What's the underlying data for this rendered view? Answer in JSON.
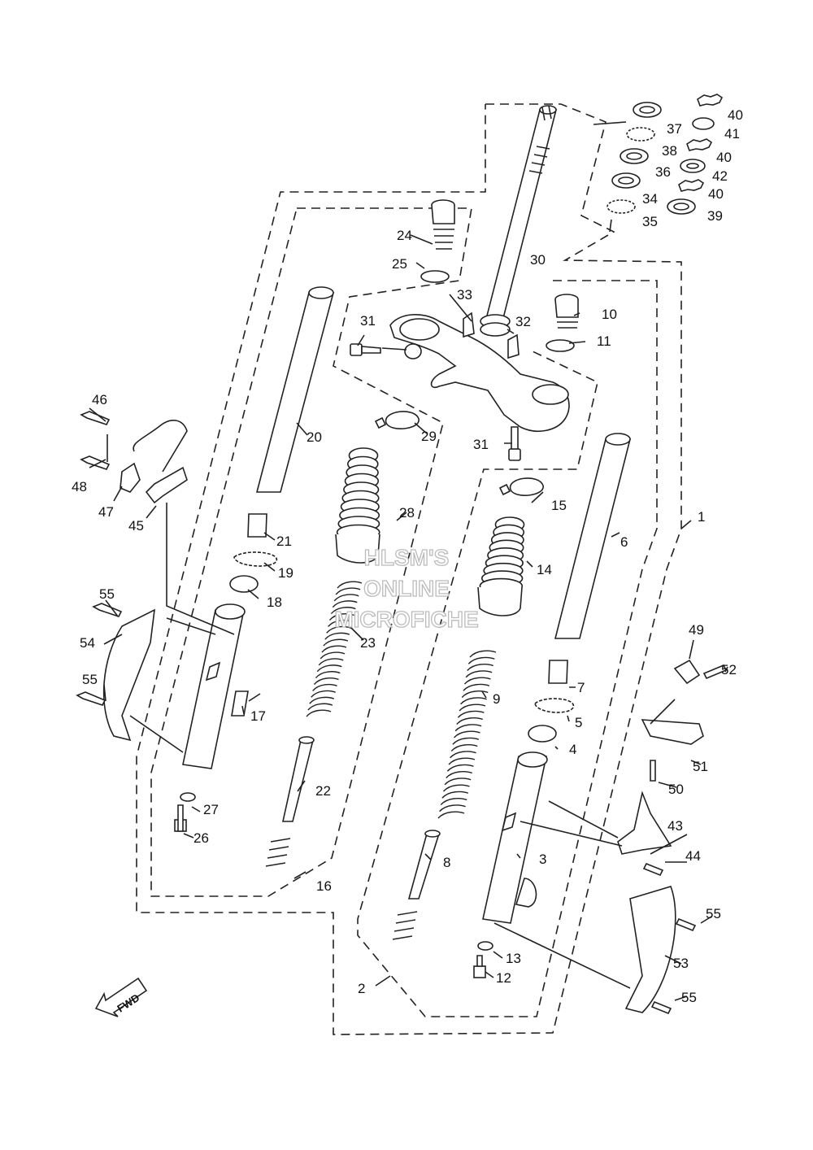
{
  "watermark": {
    "line1": "HLSM'S",
    "line2": "ONLINE",
    "line3": "MICROFICHE"
  },
  "direction_arrow": "FWD",
  "callouts": [
    {
      "id": "c1",
      "label": "1"
    },
    {
      "id": "c2",
      "label": "2"
    },
    {
      "id": "c3",
      "label": "3"
    },
    {
      "id": "c4",
      "label": "4"
    },
    {
      "id": "c5",
      "label": "5"
    },
    {
      "id": "c6",
      "label": "6"
    },
    {
      "id": "c7",
      "label": "7"
    },
    {
      "id": "c8",
      "label": "8"
    },
    {
      "id": "c9",
      "label": "9"
    },
    {
      "id": "c10",
      "label": "10"
    },
    {
      "id": "c11",
      "label": "11"
    },
    {
      "id": "c12",
      "label": "12"
    },
    {
      "id": "c13",
      "label": "13"
    },
    {
      "id": "c14",
      "label": "14"
    },
    {
      "id": "c15",
      "label": "15"
    },
    {
      "id": "c16",
      "label": "16"
    },
    {
      "id": "c17",
      "label": "17"
    },
    {
      "id": "c18",
      "label": "18"
    },
    {
      "id": "c19",
      "label": "19"
    },
    {
      "id": "c20",
      "label": "20"
    },
    {
      "id": "c21",
      "label": "21"
    },
    {
      "id": "c22",
      "label": "22"
    },
    {
      "id": "c23",
      "label": "23"
    },
    {
      "id": "c24",
      "label": "24"
    },
    {
      "id": "c25",
      "label": "25"
    },
    {
      "id": "c26",
      "label": "26"
    },
    {
      "id": "c27",
      "label": "27"
    },
    {
      "id": "c28",
      "label": "28"
    },
    {
      "id": "c29",
      "label": "29"
    },
    {
      "id": "c30",
      "label": "30"
    },
    {
      "id": "c31a",
      "label": "31"
    },
    {
      "id": "c31b",
      "label": "31"
    },
    {
      "id": "c32",
      "label": "32"
    },
    {
      "id": "c33",
      "label": "33"
    },
    {
      "id": "c34",
      "label": "34"
    },
    {
      "id": "c35",
      "label": "35"
    },
    {
      "id": "c36",
      "label": "36"
    },
    {
      "id": "c37",
      "label": "37"
    },
    {
      "id": "c38",
      "label": "38"
    },
    {
      "id": "c39",
      "label": "39"
    },
    {
      "id": "c40a",
      "label": "40"
    },
    {
      "id": "c40b",
      "label": "40"
    },
    {
      "id": "c40c",
      "label": "40"
    },
    {
      "id": "c41",
      "label": "41"
    },
    {
      "id": "c42",
      "label": "42"
    },
    {
      "id": "c43",
      "label": "43"
    },
    {
      "id": "c44",
      "label": "44"
    },
    {
      "id": "c45",
      "label": "45"
    },
    {
      "id": "c46",
      "label": "46"
    },
    {
      "id": "c47",
      "label": "47"
    },
    {
      "id": "c48",
      "label": "48"
    },
    {
      "id": "c49",
      "label": "49"
    },
    {
      "id": "c50",
      "label": "50"
    },
    {
      "id": "c51",
      "label": "51"
    },
    {
      "id": "c52",
      "label": "52"
    },
    {
      "id": "c53",
      "label": "53"
    },
    {
      "id": "c54",
      "label": "54"
    },
    {
      "id": "c55a",
      "label": "55"
    },
    {
      "id": "c55b",
      "label": "55"
    },
    {
      "id": "c55c",
      "label": "55"
    },
    {
      "id": "c55d",
      "label": "55"
    }
  ]
}
